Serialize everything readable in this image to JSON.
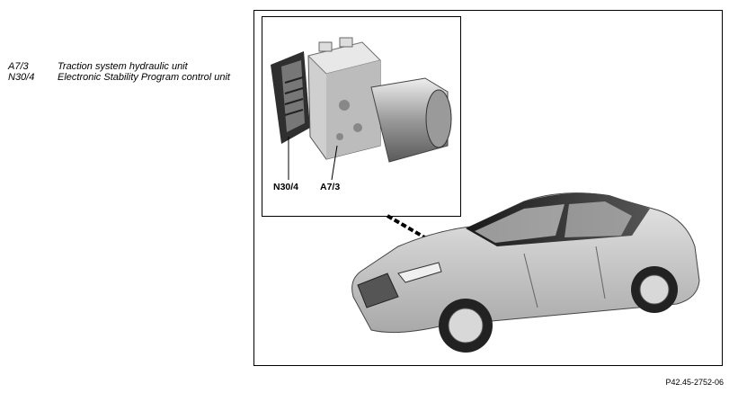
{
  "legend": [
    {
      "code": "A7/3",
      "description": "Traction system hydraulic unit"
    },
    {
      "code": "N30/4",
      "description": "Electronic Stability Program control unit"
    }
  ],
  "figure": {
    "callouts": {
      "n304": "N30/4",
      "a73": "A7/3"
    },
    "figure_id": "P42.45-2752-06"
  }
}
